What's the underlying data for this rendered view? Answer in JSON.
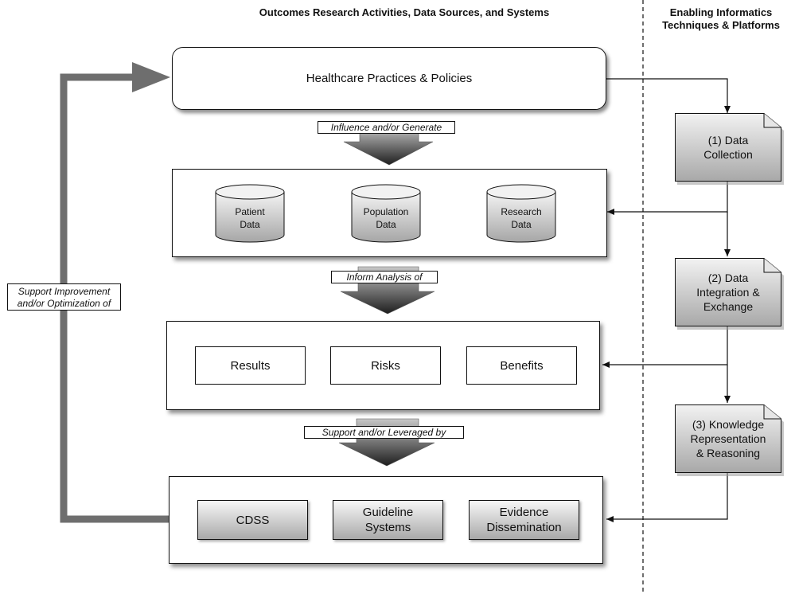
{
  "headers": {
    "main": "Outcomes Research Activities, Data Sources, and Systems",
    "side_line1": "Enabling Informatics",
    "side_line2": "Techniques & Platforms"
  },
  "top_panel": {
    "title": "Healthcare Practices & Policies"
  },
  "connectors": {
    "c1": "Influence and/or Generate",
    "c2": "Inform Analysis of",
    "c3": "Support and/or Leveraged by"
  },
  "data_sources": [
    {
      "line1": "Patient",
      "line2": "Data"
    },
    {
      "line1": "Population",
      "line2": "Data"
    },
    {
      "line1": "Research",
      "line2": "Data"
    }
  ],
  "analysis": [
    "Results",
    "Risks",
    "Benefits"
  ],
  "systems": [
    {
      "line1": "CDSS",
      "line2": ""
    },
    {
      "line1": "Guideline",
      "line2": "Systems"
    },
    {
      "line1": "Evidence",
      "line2": "Dissemination"
    }
  ],
  "informatics": [
    {
      "line1": "(1) Data",
      "line2": "Collection",
      "line3": ""
    },
    {
      "line1": "(2) Data",
      "line2": "Integration &",
      "line3": "Exchange"
    },
    {
      "line1": "(3) Knowledge",
      "line2": "Representation",
      "line3": "& Reasoning"
    }
  ],
  "feedback": {
    "line1": "Support Improvement",
    "line2": "and/or Optimization of"
  },
  "colors": {
    "feedback_arrow": "#6e6e6e",
    "arrow_gradient_top": "#c4c4c4",
    "arrow_gradient_bottom": "#222222"
  }
}
